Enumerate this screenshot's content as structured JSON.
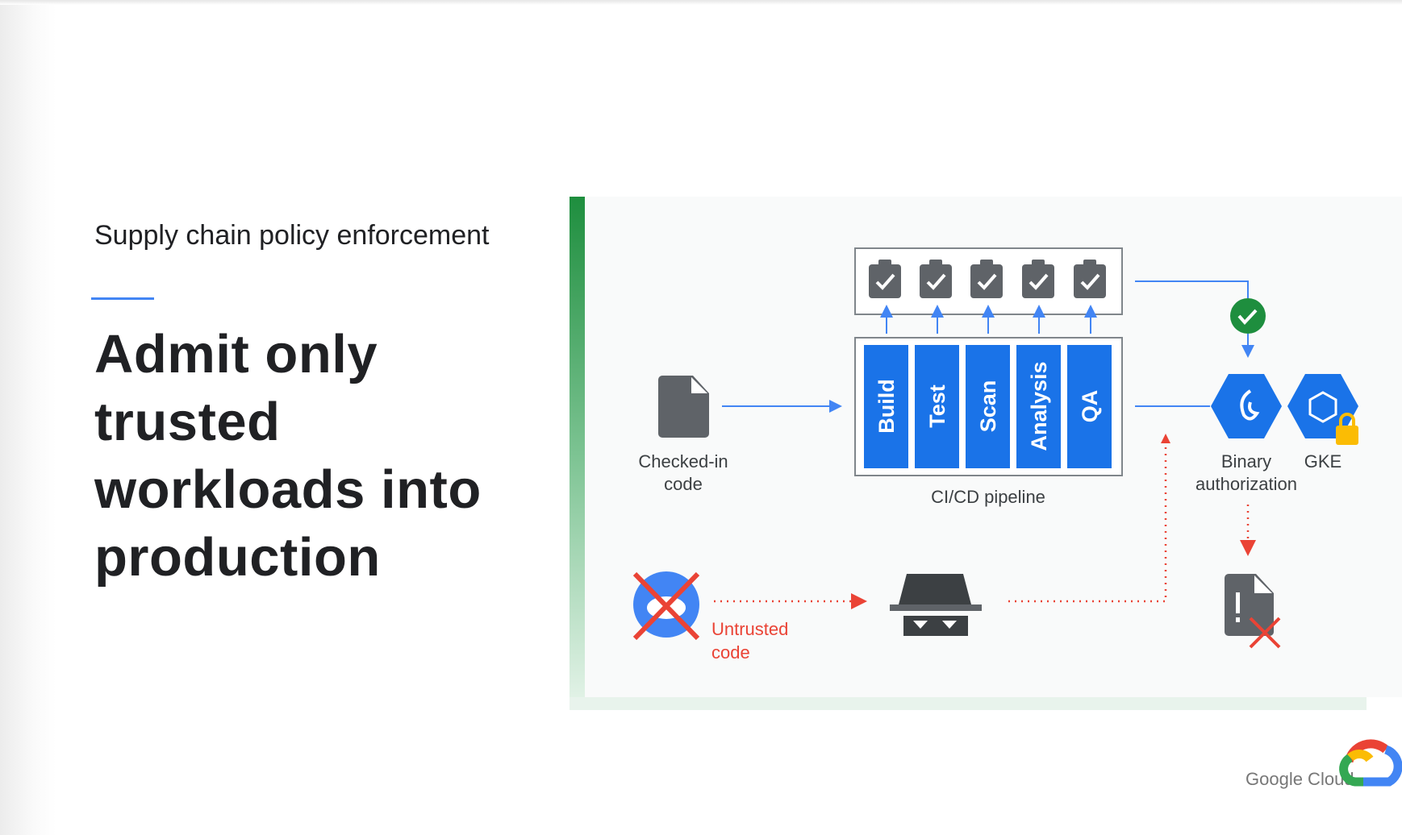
{
  "slide": {
    "subtitle": "Supply chain policy enforcement",
    "heading": "Admit only trusted workloads into production"
  },
  "diagram": {
    "checked_in_code": [
      "Checked-in",
      "code"
    ],
    "pipeline_stages": [
      "Build",
      "Test",
      "Scan",
      "Analysis",
      "QA"
    ],
    "pipeline_label": "CI/CD pipeline",
    "binary_authorization": [
      "Binary",
      "authorization"
    ],
    "gke": "GKE",
    "untrusted_code": [
      "Untrusted",
      "code"
    ]
  },
  "footer": {
    "brand": "Google Cloud"
  },
  "colors": {
    "blue": "#4285f4",
    "stage": "#1a73e8",
    "green": "#1e8e3e",
    "red": "#ea4335",
    "dark": "#5f6368",
    "lock": "#fbbc04"
  }
}
